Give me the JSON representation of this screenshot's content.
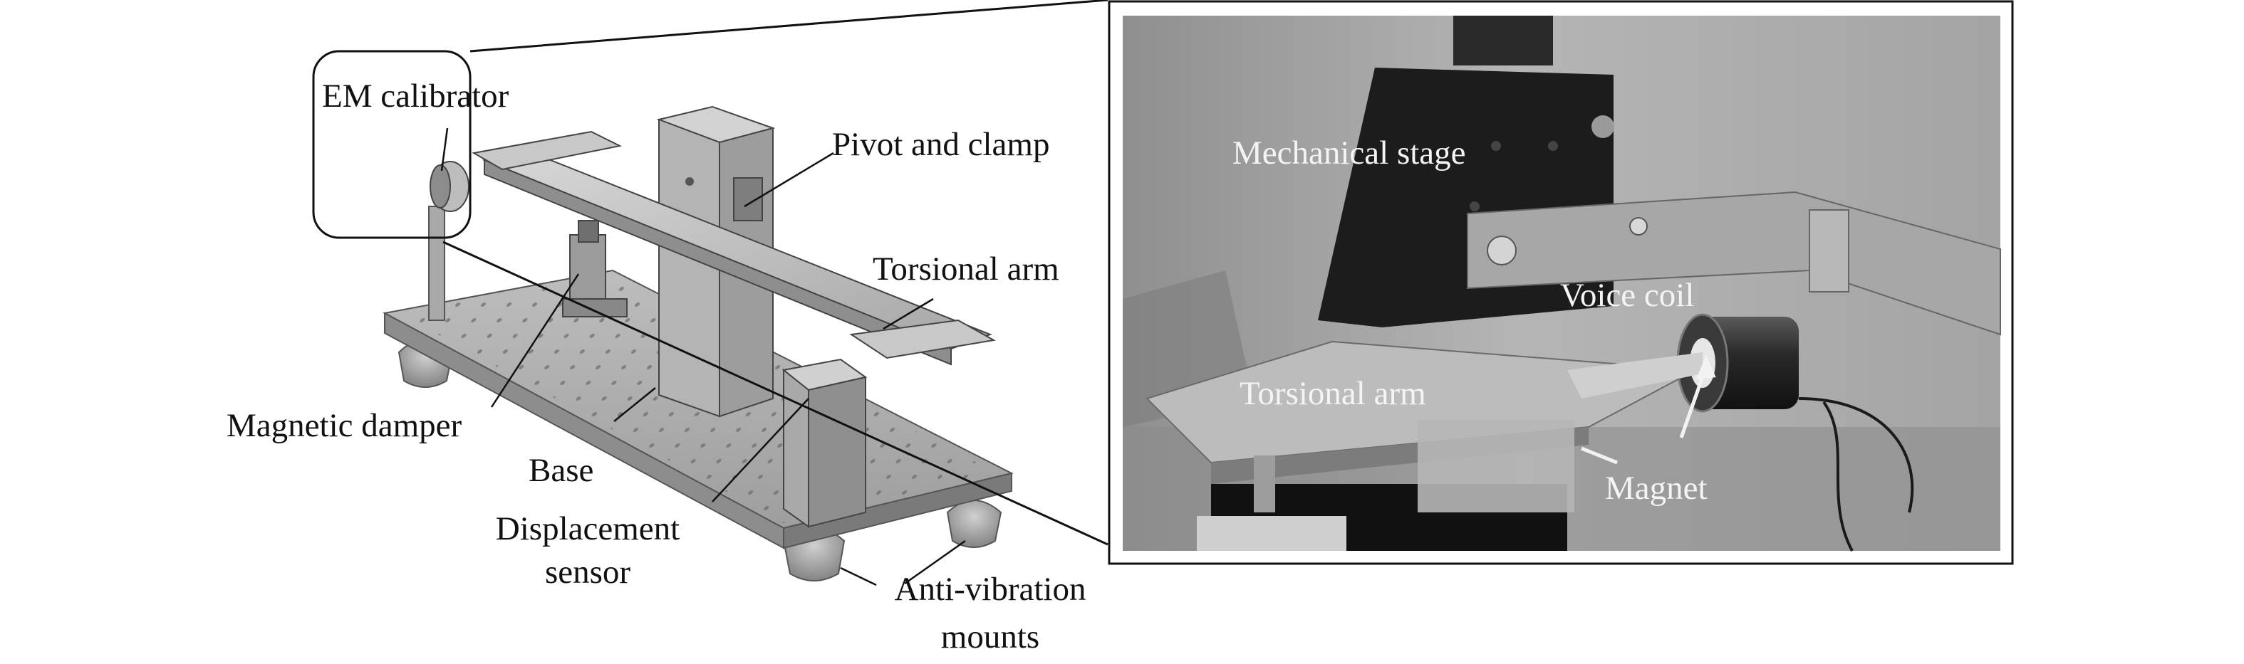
{
  "left_diagram": {
    "labels": {
      "em_calibrator": "EM calibrator",
      "pivot_and_clamp": "Pivot and clamp",
      "torsional_arm": "Torsional arm",
      "magnetic_damper": "Magnetic damper",
      "base": "Base",
      "displacement_sensor_line1": "Displacement",
      "displacement_sensor_line2": "sensor",
      "anti_vibration_line1": "Anti-vibration",
      "anti_vibration_line2": "mounts"
    }
  },
  "photo": {
    "labels": {
      "mechanical_stage": "Mechanical stage",
      "voice_coil": "Voice coil",
      "torsional_arm": "Torsional arm",
      "magnet": "Magnet"
    }
  },
  "colors": {
    "line": "#111111",
    "metal_light": "#c9c9c9",
    "metal_mid": "#a8a8a8",
    "metal_dark": "#7d7d7d",
    "photo_bg": "#9a9a9a",
    "stage": "#1e1e1e"
  }
}
